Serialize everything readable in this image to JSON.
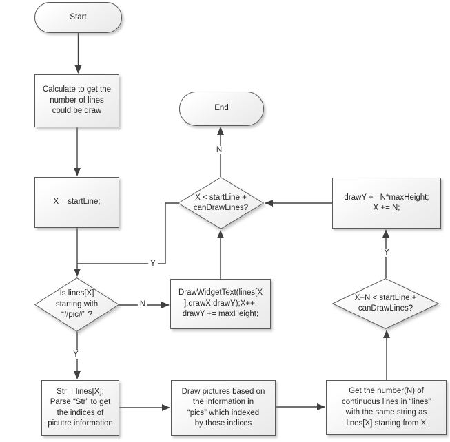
{
  "diagram": {
    "title": "text/picture drawing loop flowchart",
    "colors": {
      "background": "#ffffff",
      "node_border": "#595959",
      "node_fill_top": "#ffffff",
      "node_fill_bottom": "#e9e9e9",
      "connector": "#404040",
      "text": "#262626"
    },
    "nodes": [
      {
        "id": "start",
        "type": "terminator",
        "label": "Start"
      },
      {
        "id": "calc-lines",
        "type": "process",
        "label": "Calculate to get the\nnumber of lines\ncould be draw"
      },
      {
        "id": "init-x",
        "type": "process",
        "label": "X = startLine;"
      },
      {
        "id": "is-pic-check",
        "type": "decision",
        "label": "Is lines[X]\nstarting with\n“#pic#” ?"
      },
      {
        "id": "draw-widget-text",
        "type": "process",
        "label": "DrawWidgetText(lines[X\n],drawX,drawY);X++;\ndrawY += maxHeight;"
      },
      {
        "id": "loop-check",
        "type": "decision",
        "label": "X < startLine +\ncanDrawLines?"
      },
      {
        "id": "end",
        "type": "terminator",
        "label": "End"
      },
      {
        "id": "advance-drawy",
        "type": "process",
        "label": "drawY += N*maxHeight;\nX += N;"
      },
      {
        "id": "lookahead-check",
        "type": "decision",
        "label": "X+N < startLine +\ncanDrawLines?"
      },
      {
        "id": "parse-str",
        "type": "process",
        "label": "Str = lines[X];\nParse “Str” to get\nthe indices of\npicutre information"
      },
      {
        "id": "draw-pictures",
        "type": "process",
        "label": "Draw pictures based on\nthe information in\n“pics” which indexed\nby those indices"
      },
      {
        "id": "get-number-n",
        "type": "process",
        "label": "Get the number(N) of\ncontinuous lines in “lines”\nwith the same string as\nlines[X] starting from X"
      }
    ],
    "edge_labels": [
      {
        "id": "is-pic-no",
        "text": "N"
      },
      {
        "id": "is-pic-yes",
        "text": "Y"
      },
      {
        "id": "loop-no",
        "text": "N"
      },
      {
        "id": "loop-yes",
        "text": "Y"
      },
      {
        "id": "lookahead-yes",
        "text": "Y"
      }
    ]
  }
}
